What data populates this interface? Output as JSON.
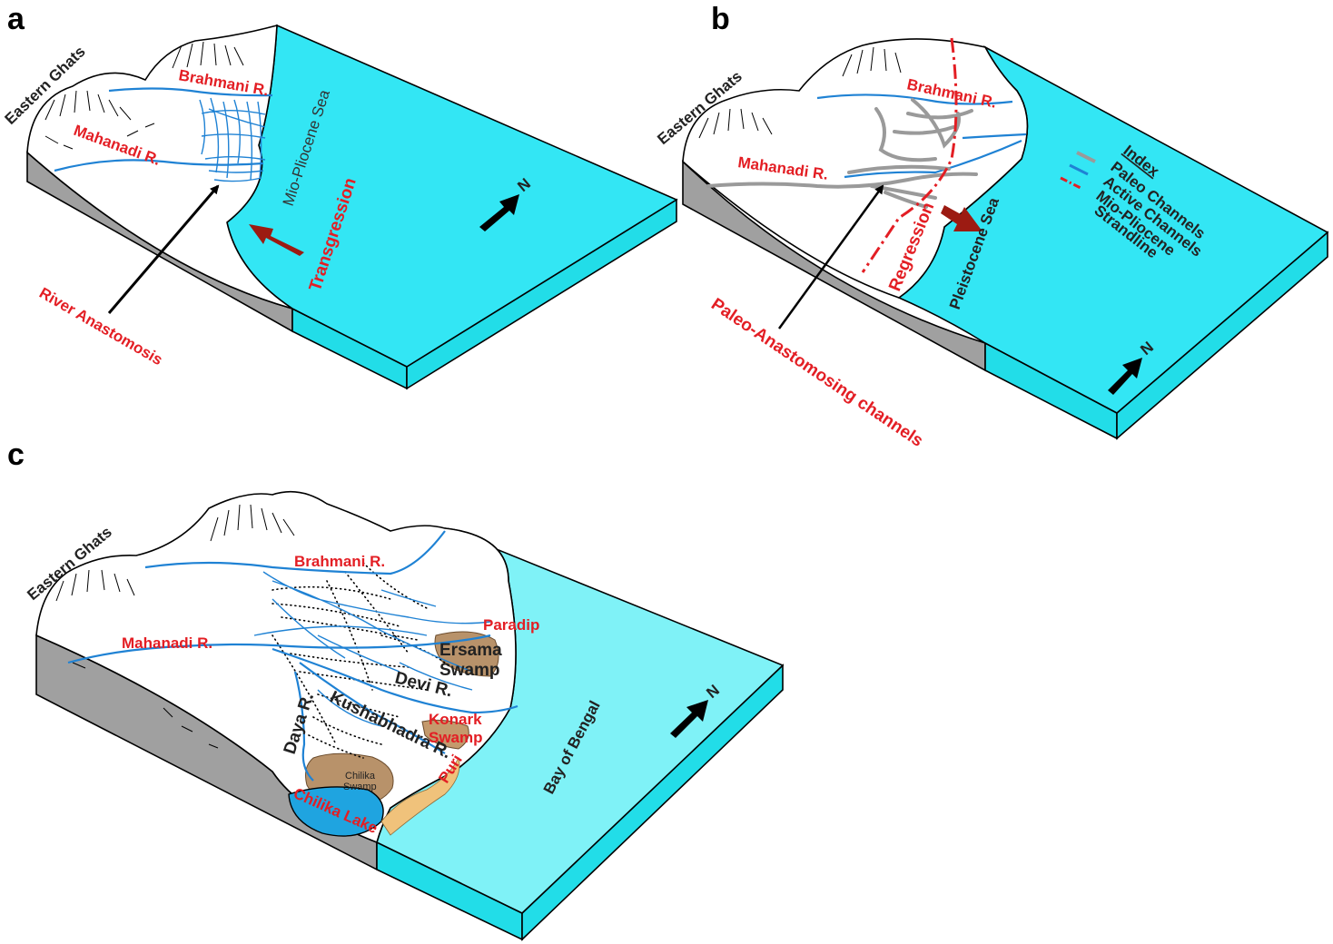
{
  "panels": {
    "a": {
      "label": "a",
      "eastern_ghats": "Eastern Ghats",
      "brahmani": "Brahmani R.",
      "mahanadi": "Mahanadi R.",
      "sea": "Mio-Pliocene Sea",
      "transgression": "Transgression",
      "anastomosis": "River Anastomosis",
      "north": "N"
    },
    "b": {
      "label": "b",
      "eastern_ghats": "Eastern Ghats",
      "brahmani": "Brahmani R.",
      "mahanadi": "Mahanadi R.",
      "sea": "Pleistocene Sea",
      "regression": "Regression",
      "paleo": "Paleo-Anastomosing channels",
      "north": "N",
      "index": {
        "title": "Index",
        "items": [
          "Paleo Channels",
          "Active Channels",
          "Mio-Pliocene",
          "Strandline"
        ]
      }
    },
    "c": {
      "label": "c",
      "eastern_ghats": "Eastern Ghats",
      "brahmani": "Brahmani R.",
      "mahanadi": "Mahanadi R.",
      "paradip": "Paradip",
      "ersama": "Ersama",
      "swamp": "Swamp",
      "devi": "Devi R.",
      "daya": "Daya R.",
      "kushabhadra": "Kushabhadra R.",
      "konark": "Konark",
      "konark_swamp": "Swamp",
      "puri": "Puri",
      "chilika_swamp_1": "Chilika",
      "chilika_swamp_2": "Swamp",
      "chilika_lake": "Chilika Lake",
      "bay": "Bay of Bengal",
      "north": "N"
    }
  },
  "colors": {
    "sea": "#33e6f4",
    "sea_light": "#7ff2f7",
    "river": "#1f82d4",
    "label_red": "#e31e24",
    "paleo": "#9a9a9a",
    "swamp": "#b8926a"
  }
}
